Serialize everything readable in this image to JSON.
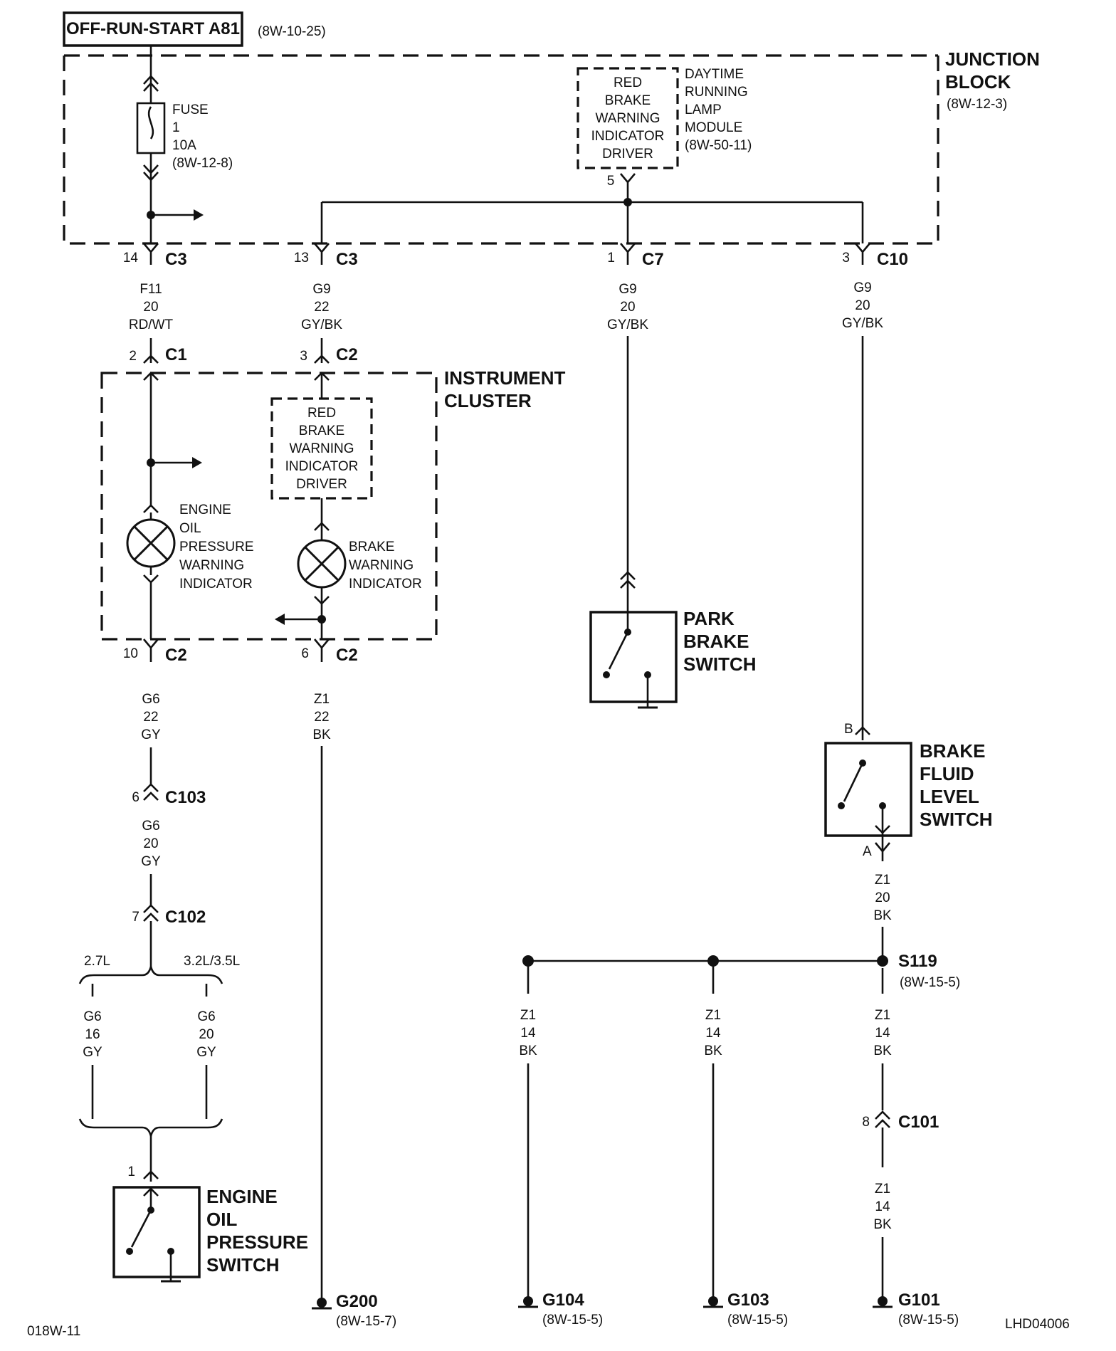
{
  "source": {
    "name": "OFF-RUN-START A81",
    "ref": "(8W-10-25)"
  },
  "junction_block": {
    "title_line1": "JUNCTION",
    "title_line2": "BLOCK",
    "ref": "(8W-12-3)"
  },
  "fuse": {
    "l1": "FUSE",
    "l2": "1",
    "l3": "10A",
    "ref": "(8W-12-8)"
  },
  "drl_module": {
    "driver_lines": [
      "RED",
      "BRAKE",
      "WARNING",
      "INDICATOR",
      "DRIVER"
    ],
    "module_lines": [
      "DAYTIME",
      "RUNNING",
      "LAMP",
      "MODULE"
    ],
    "ref": "(8W-50-11)",
    "pin": "5"
  },
  "jb_connectors": [
    {
      "pin": "14",
      "name": "C3"
    },
    {
      "pin": "13",
      "name": "C3"
    },
    {
      "pin": "1",
      "name": "C7"
    },
    {
      "pin": "3",
      "name": "C10"
    }
  ],
  "wires": {
    "w1": [
      "F11",
      "20",
      "RD/WT"
    ],
    "w2": [
      "G9",
      "22",
      "GY/BK"
    ],
    "w3": [
      "G9",
      "20",
      "GY/BK"
    ],
    "w4": [
      "G9",
      "20",
      "GY/BK"
    ],
    "w5": [
      "G6",
      "22",
      "GY"
    ],
    "w6": [
      "Z1",
      "22",
      "BK"
    ],
    "w7": [
      "G6",
      "20",
      "GY"
    ],
    "w8": [
      "G6",
      "16",
      "GY"
    ],
    "w9": [
      "G6",
      "20",
      "GY"
    ],
    "w10": [
      "Z1",
      "20",
      "BK"
    ],
    "w11": [
      "Z1",
      "14",
      "BK"
    ],
    "w12": [
      "Z1",
      "14",
      "BK"
    ],
    "w13": [
      "Z1",
      "14",
      "BK"
    ],
    "w14": [
      "Z1",
      "14",
      "BK"
    ]
  },
  "cluster": {
    "title_line1": "INSTRUMENT",
    "title_line2": "CLUSTER",
    "c1": {
      "pin": "2",
      "name": "C1"
    },
    "c2_top": {
      "pin": "3",
      "name": "C2"
    },
    "c2_b1": {
      "pin": "10",
      "name": "C2"
    },
    "c2_b2": {
      "pin": "6",
      "name": "C2"
    },
    "driver_lines": [
      "RED",
      "BRAKE",
      "WARNING",
      "INDICATOR",
      "DRIVER"
    ],
    "oil_indicator_lines": [
      "ENGINE",
      "OIL",
      "PRESSURE",
      "WARNING",
      "INDICATOR"
    ],
    "brake_indicator_lines": [
      "BRAKE",
      "WARNING",
      "INDICATOR"
    ]
  },
  "park_brake_switch": {
    "lines": [
      "PARK",
      "BRAKE",
      "SWITCH"
    ]
  },
  "brake_fluid_switch": {
    "lines": [
      "BRAKE",
      "FLUID",
      "LEVEL",
      "SWITCH"
    ],
    "pin_b": "B",
    "pin_a": "A"
  },
  "connectors": {
    "c103": {
      "pin": "6",
      "name": "C103"
    },
    "c102": {
      "pin": "7",
      "name": "C102"
    },
    "c101": {
      "pin": "8",
      "name": "C101"
    },
    "oil_switch_pin": "1"
  },
  "engine_options": {
    "left": "2.7L",
    "right": "3.2L/3.5L"
  },
  "oil_pressure_switch": {
    "lines": [
      "ENGINE",
      "OIL",
      "PRESSURE",
      "SWITCH"
    ]
  },
  "splice": {
    "name": "S119",
    "ref": "(8W-15-5)"
  },
  "grounds": [
    {
      "name": "G200",
      "ref": "(8W-15-7)"
    },
    {
      "name": "G104",
      "ref": "(8W-15-5)"
    },
    {
      "name": "G103",
      "ref": "(8W-15-5)"
    },
    {
      "name": "G101",
      "ref": "(8W-15-5)"
    }
  ],
  "footer": {
    "left": "018W-11",
    "right": "LHD04006"
  }
}
